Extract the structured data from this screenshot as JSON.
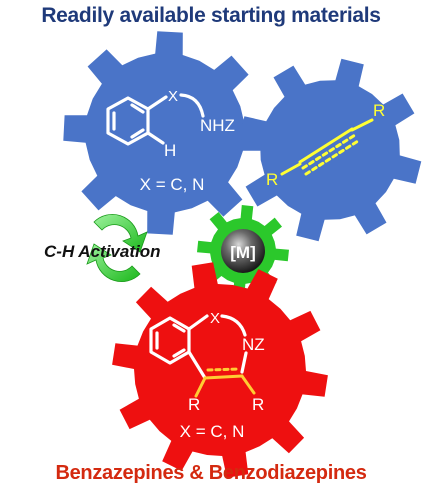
{
  "titles": {
    "top": "Readily available starting materials",
    "bottom": "Benzazepines & Benzodiazepines"
  },
  "gear_blue_left": {
    "x_label": "X",
    "nhz_label": "NHZ",
    "h_label": "H",
    "x_eq": "X = C, N"
  },
  "gear_blue_right": {
    "r_top": "R",
    "r_bottom": "R"
  },
  "catalyst": {
    "activation_label": "C-H Activation",
    "metal_label": "[M]"
  },
  "gear_red": {
    "x_label": "X",
    "nz_label": "NZ",
    "r_left": "R",
    "r_right": "R",
    "x_eq": "X = C, N"
  },
  "colors": {
    "title_top": "#1F3A7A",
    "title_bottom": "#D42A10",
    "gear_blue": "#4A74C8",
    "gear_green": "#2BC82B",
    "gear_red": "#EE1010",
    "alkyne_yellow": "#FFFF33",
    "sphere": "#4A4A4A"
  },
  "icons": [
    "gear-blue-left",
    "gear-blue-right",
    "gear-green",
    "gear-red",
    "recycle-arrows-icon",
    "metal-sphere-icon"
  ]
}
